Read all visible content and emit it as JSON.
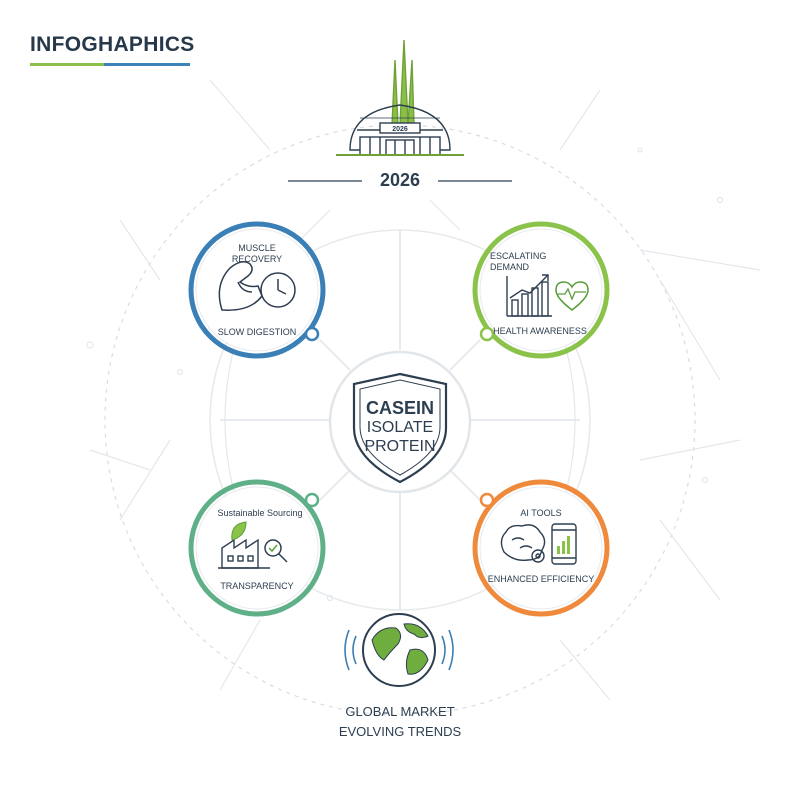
{
  "header": {
    "title": "INFOGHAPHICS"
  },
  "year": "2026",
  "building_sign": "2026",
  "center": {
    "line1": "CASEIN",
    "line2": "ISOLATE",
    "line3": "PROTEIN"
  },
  "nodes": {
    "muscle": {
      "top": "MUSCLE RECOVERY",
      "bottom": "SLOW DIGESTION",
      "color": "#3a7fb5"
    },
    "demand": {
      "top": "ESCALATING DEMAND",
      "bottom": "HEALTH AWARENESS",
      "color": "#8bc34a"
    },
    "sustain": {
      "top": "Sustainable Sourcing",
      "bottom": "TRANSPARENCY",
      "color": "#5fb089"
    },
    "ai": {
      "top": "AI TOOLS",
      "bottom": "ENHANCED EFFICIENCY",
      "color": "#ef8a3c"
    }
  },
  "footer": {
    "line1": "GLOBAL MARKET",
    "line2": "EVOLVING TRENDS"
  },
  "colors": {
    "text": "#2d3e50",
    "green": "#8cbf4a",
    "blue": "#3d85b8",
    "bg_line": "#dde3e8"
  }
}
